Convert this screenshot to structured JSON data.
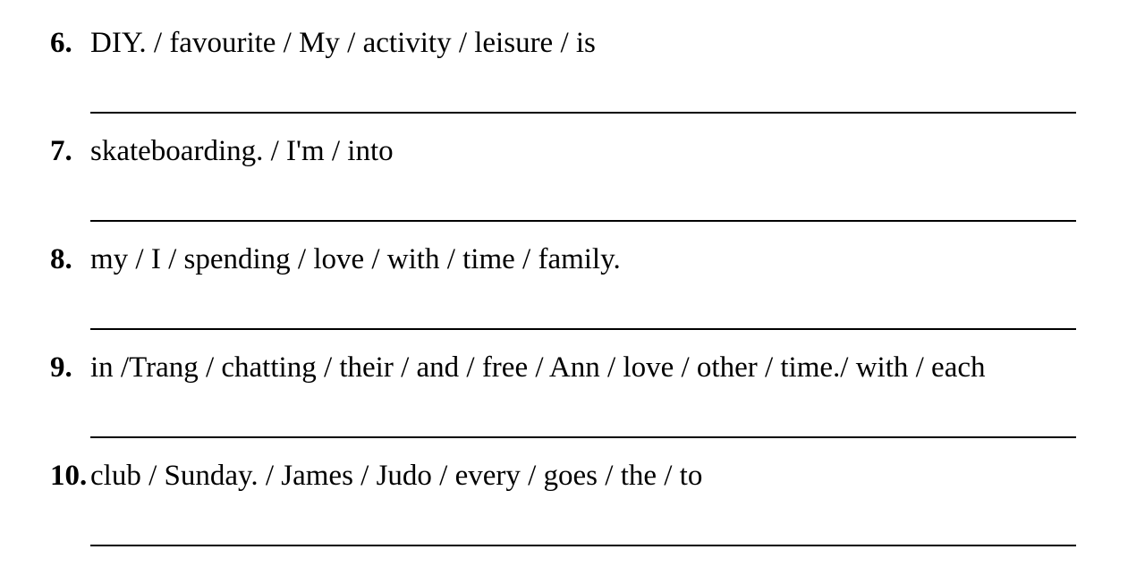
{
  "questions": [
    {
      "number": "6.",
      "text": "DIY. / favourite / My / activity / leisure / is"
    },
    {
      "number": "7.",
      "text": "skateboarding. / I'm / into"
    },
    {
      "number": "8.",
      "text": "my / I / spending / love / with / time / family."
    },
    {
      "number": "9.",
      "text": "in /Trang / chatting / their / and / free / Ann / love / other / time./ with / each"
    },
    {
      "number": "10.",
      "text": "club / Sunday. / James / Judo / every / goes / the / to"
    }
  ]
}
